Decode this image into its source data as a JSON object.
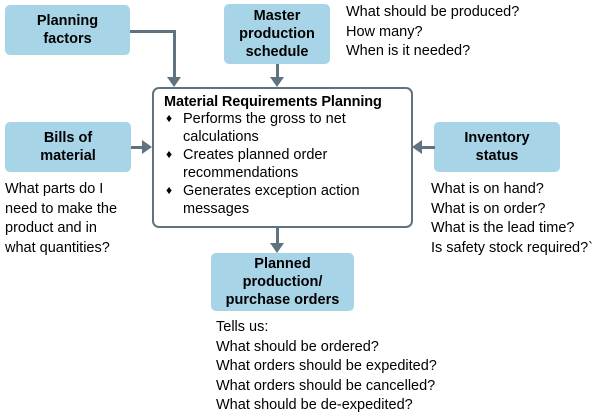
{
  "diagram": {
    "title": "Material Requirements Planning process flow",
    "colors": {
      "box_fill": "#a8d4e8",
      "connector": "#5f7380",
      "process_border": "#5f7380",
      "text": "#000000",
      "background": "#ffffff"
    }
  },
  "boxes": {
    "planning_factors": {
      "line1": "Planning",
      "line2": "factors"
    },
    "master_production_schedule": {
      "line1": "Master",
      "line2": "production",
      "line3": "schedule"
    },
    "bills_of_material": {
      "line1": "Bills of",
      "line2": "material"
    },
    "inventory_status": {
      "line1": "Inventory",
      "line2": "status"
    },
    "planned_orders": {
      "line1": "Planned",
      "line2": "production/",
      "line3": "purchase orders"
    }
  },
  "process": {
    "title": "Material Requirements Planning",
    "bullet_glyph": "♦",
    "items": [
      "Performs the gross to net calculations",
      "Creates planned order recommendations",
      "Generates exception action messages"
    ]
  },
  "notes": {
    "mps_questions": "What should be produced?\nHow many?\nWhen is it needed?",
    "bom_questions": "What parts do I\nneed to make the\nproduct and in\nwhat quantities?",
    "inventory_questions": "What is on hand?\nWhat is on order?\nWhat is the lead time?\nIs safety stock required?`",
    "output_questions": "Tells us:\nWhat should be ordered?\nWhat orders should be expedited?\nWhat orders should be cancelled?\nWhat should be de-expedited?"
  }
}
